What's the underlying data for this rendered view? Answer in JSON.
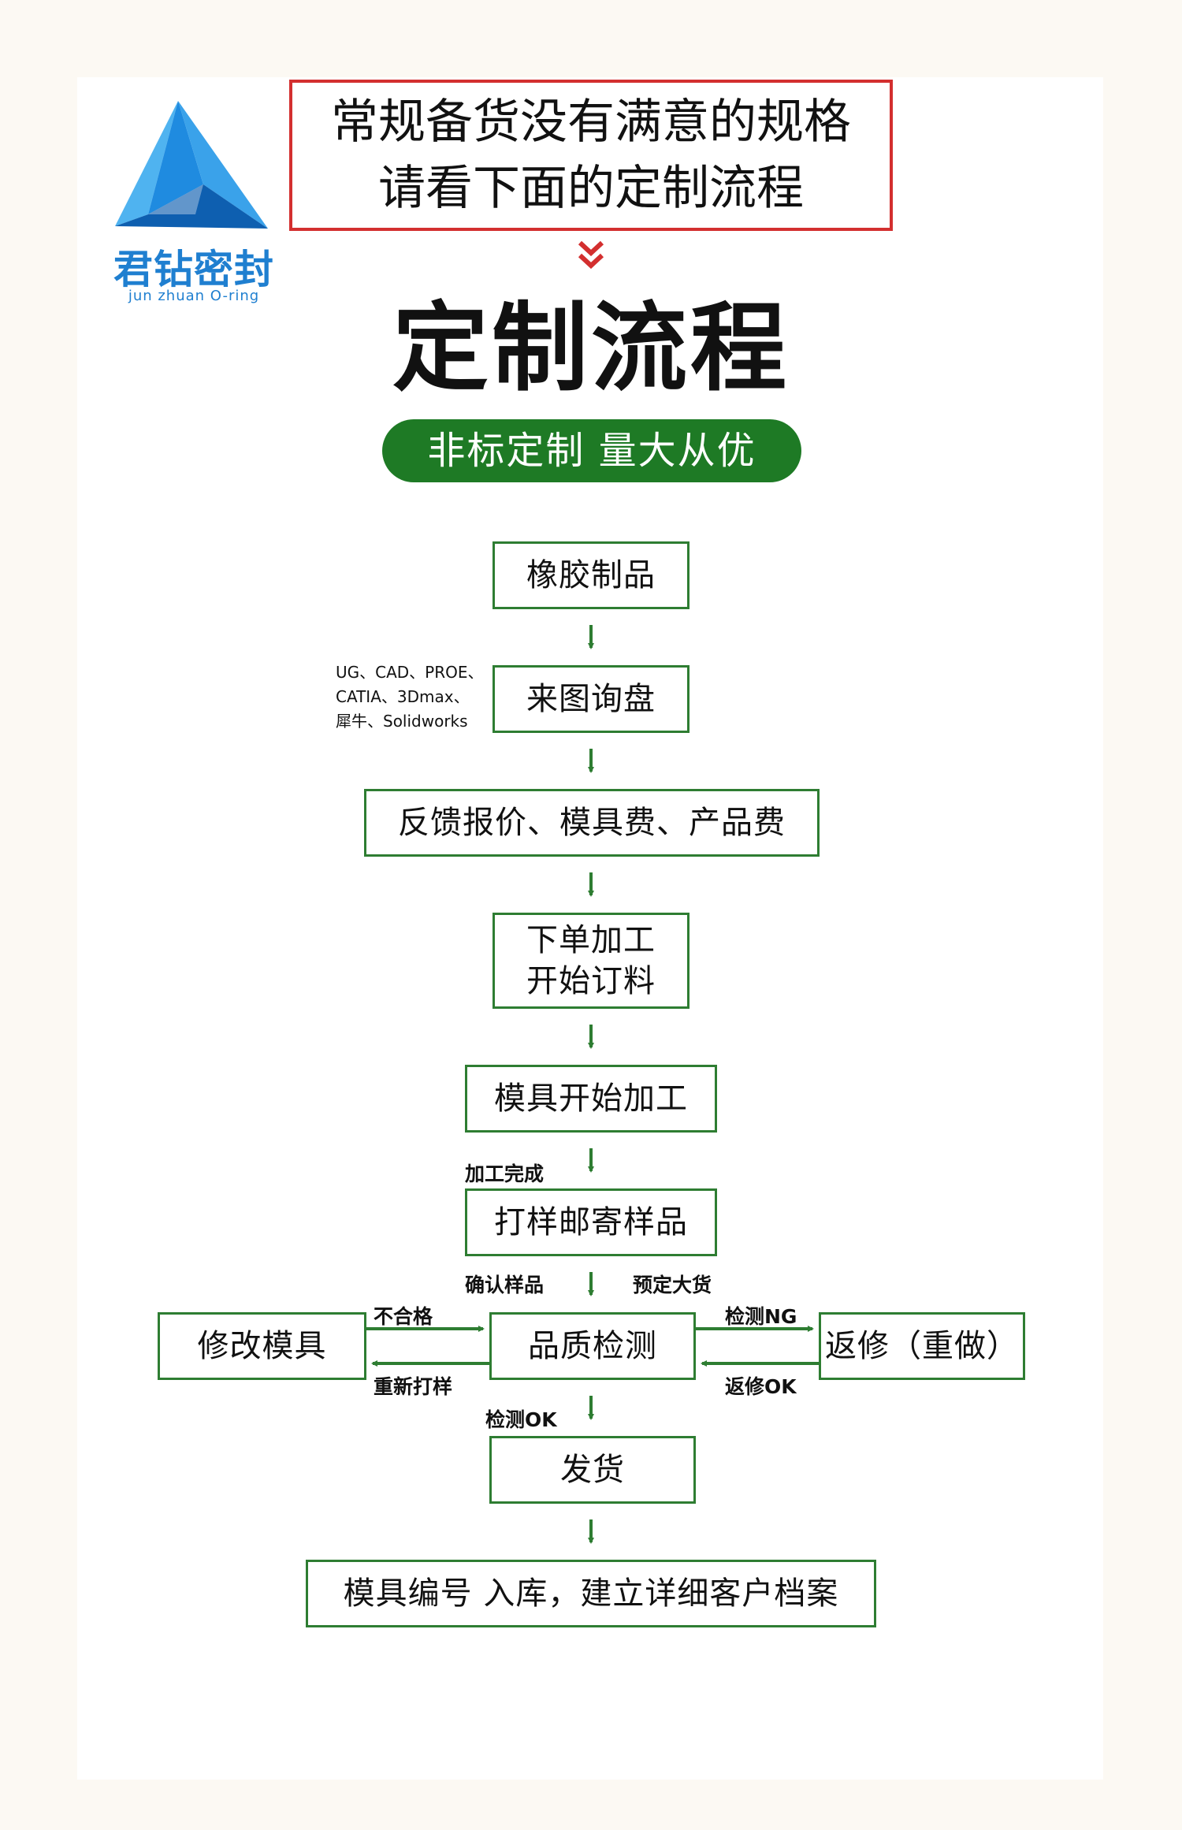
{
  "logo": {
    "name": "君钻密封",
    "subtitle": "jun zhuan O-ring",
    "colors": {
      "light": "#4fb3f0",
      "mid": "#1f8be0",
      "dark": "#0e5fb0"
    }
  },
  "notice": {
    "line1": "常规备货没有满意的规格",
    "line2": "请看下面的定制流程",
    "border_color": "#d32f2f"
  },
  "title": "定制流程",
  "banner": {
    "text": "非标定制  量大从优",
    "color": "#1e7a25"
  },
  "flow": {
    "color": "#2e7d32",
    "steps": {
      "rubber": "橡胶制品",
      "inquiry": "来图询盘",
      "quote": "反馈报价、模具费、产品费",
      "order_line1": "下单加工",
      "order_line2": "开始订料",
      "mold_processing": "模具开始加工",
      "sample": "打样邮寄样品",
      "quality": "品质检测",
      "modify_mold": "修改模具",
      "rework": "返修（重做）",
      "ship": "发货",
      "archive": "模具编号 入库，建立详细客户档案"
    },
    "software": [
      "UG、CAD、PROE、",
      "CATIA、3Dmax、",
      "犀牛、Solidworks"
    ],
    "labels": {
      "processing_done": "加工完成",
      "confirm_sample": "确认样品",
      "bulk_order": "预定大货",
      "unqualified": "不合格",
      "resample": "重新打样",
      "ng": "检测NG",
      "rework_ok": "返修OK",
      "ok": "检测OK"
    }
  }
}
